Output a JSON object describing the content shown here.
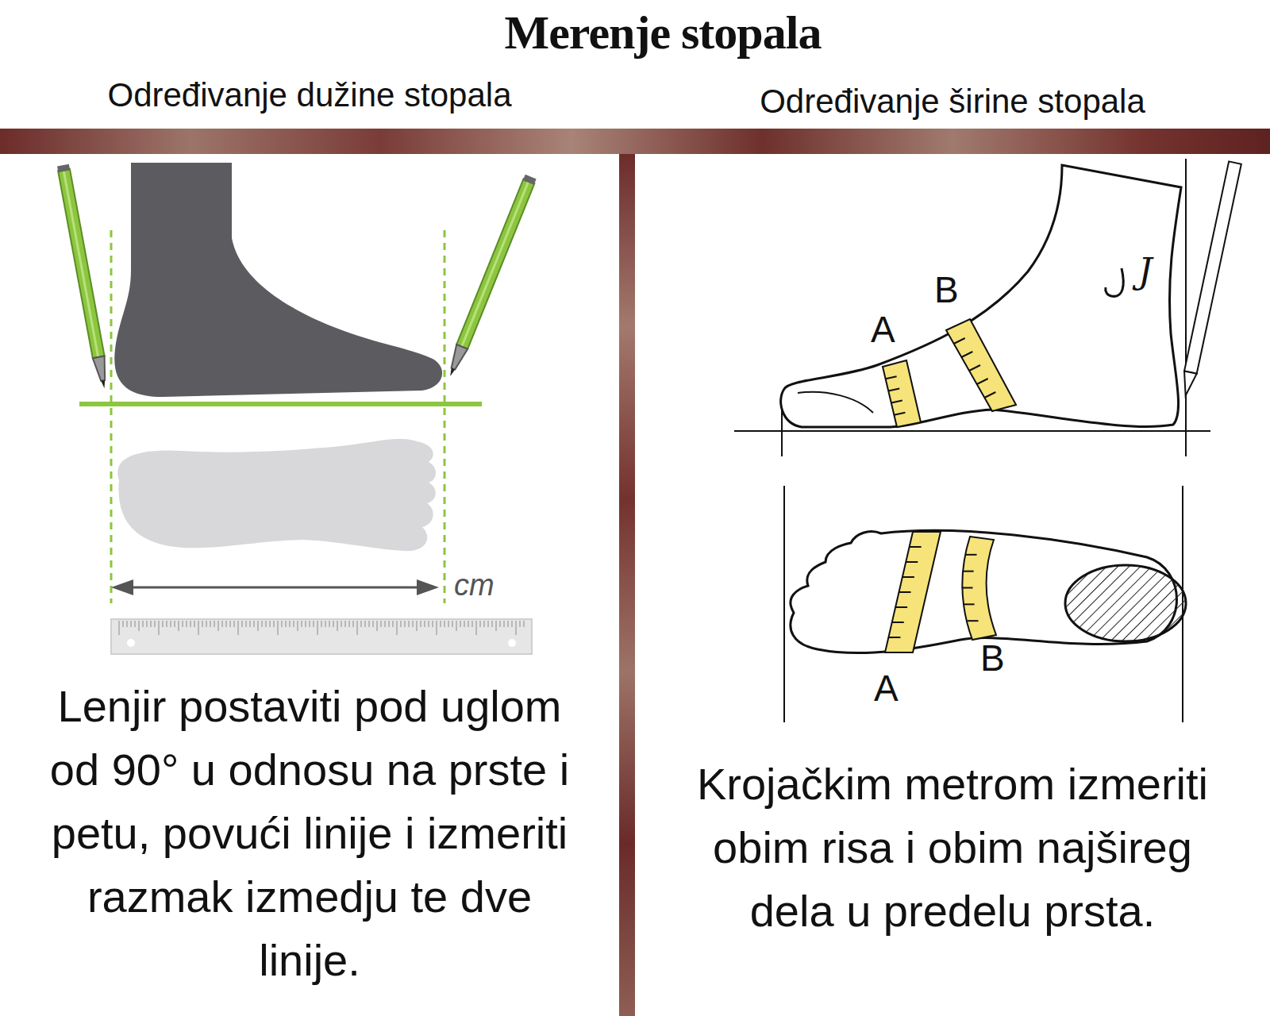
{
  "diagram": {
    "title": "Merenje stopala",
    "nodes": [
      {
        "text": [
          "Određivanje dužine stopala",
          "Lenjir postaviti pod uglom od 90° u odnosu na prste i petu, povući linije i izmeriti razmak izmedju te dve linije."
        ]
      },
      {
        "text": [
          "Određivanje širine stopala",
          "Krojačkim metrom izmeriti obim risa i obim najšireg dela u predelu prsta."
        ]
      }
    ],
    "labels": [
      "cm",
      "B",
      "A",
      "J",
      "A",
      "B"
    ]
  }
}
